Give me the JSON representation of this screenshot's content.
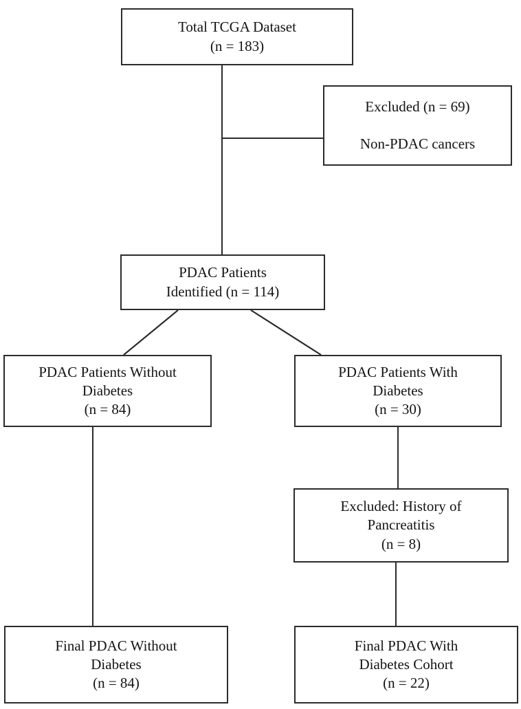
{
  "diagram": {
    "title": "PDAC TCGA cohort selection flowchart",
    "type": "flowchart",
    "line_color": "#2b2b2b",
    "background_color": "#ffffff",
    "nodes": {
      "total": {
        "line1": "Total TCGA Dataset",
        "line2": "(n = 183)",
        "n": 183
      },
      "excluded_non_pdac": {
        "line1": "Excluded (n = 69)",
        "line2": "Non-PDAC cancers",
        "n": 69
      },
      "identified": {
        "line1": "PDAC Patients",
        "line2": "Identified (n = 114)",
        "n": 114
      },
      "without_diabetes": {
        "line1": "PDAC Patients Without",
        "line2": "Diabetes",
        "line3": "(n = 84)",
        "n": 84
      },
      "with_diabetes": {
        "line1": "PDAC Patients With",
        "line2": "Diabetes",
        "line3": "(n = 30)",
        "n": 30
      },
      "excluded_pancreatitis": {
        "line1": "Excluded: History of",
        "line2": "Pancreatitis",
        "line3": "(n = 8)",
        "n": 8
      },
      "final_without_diabetes": {
        "line1": "Final PDAC Without",
        "line2": "Diabetes",
        "line3": "(n = 84)",
        "n": 84
      },
      "final_with_diabetes": {
        "line1": "Final PDAC With",
        "line2": "Diabetes Cohort",
        "line3": "(n = 22)",
        "n": 22
      }
    },
    "edges": [
      {
        "from": "total",
        "to": "identified",
        "style": "straight"
      },
      {
        "from": "total",
        "to": "excluded_non_pdac",
        "style": "elbow-right"
      },
      {
        "from": "identified",
        "to": "without_diabetes",
        "style": "diagonal-left"
      },
      {
        "from": "identified",
        "to": "with_diabetes",
        "style": "diagonal-right"
      },
      {
        "from": "without_diabetes",
        "to": "final_without_diabetes",
        "style": "straight"
      },
      {
        "from": "with_diabetes",
        "to": "excluded_pancreatitis",
        "style": "straight"
      },
      {
        "from": "excluded_pancreatitis",
        "to": "final_with_diabetes",
        "style": "straight"
      }
    ]
  }
}
